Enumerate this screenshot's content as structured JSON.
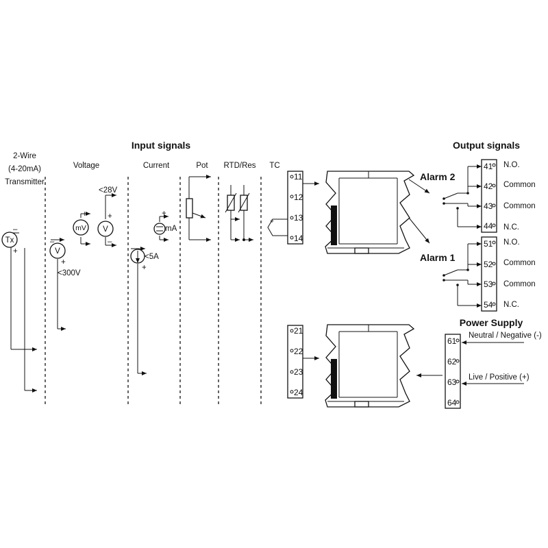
{
  "headings": {
    "input_signals": "Input signals",
    "output_signals": "Output signals",
    "power_supply": "Power Supply"
  },
  "columns": {
    "two_wire_1": "2-Wire",
    "two_wire_2": "(4-20mA)",
    "two_wire_3": "Transmitter",
    "voltage": "Voltage",
    "current": "Current",
    "pot": "Pot",
    "rtd": "RTD/Res",
    "tc": "TC"
  },
  "symbols": {
    "tx": "Tx",
    "v": "V",
    "mv": "mV",
    "ma": "mA",
    "plus": "+",
    "minus": "–",
    "lt_28v": "<28V",
    "lt_300v": "<300V",
    "lt_5a": "<5A"
  },
  "input_terminals": [
    "11",
    "12",
    "13",
    "14"
  ],
  "aux_terminals": [
    "21",
    "22",
    "23",
    "24"
  ],
  "power_terminals": [
    "61",
    "62",
    "63",
    "64"
  ],
  "alarms": {
    "alarm2": {
      "label": "Alarm 2",
      "terminals": [
        "41",
        "42",
        "43",
        "44"
      ],
      "contacts": [
        "N.O.",
        "Common",
        "Common",
        "N.C."
      ]
    },
    "alarm1": {
      "label": "Alarm 1",
      "terminals": [
        "51",
        "52",
        "53",
        "54"
      ],
      "contacts": [
        "N.O.",
        "Common",
        "Common",
        "N.C."
      ]
    }
  },
  "power": {
    "neutral": "Neutral / Negative (-)",
    "live": "Live / Positive (+)"
  }
}
